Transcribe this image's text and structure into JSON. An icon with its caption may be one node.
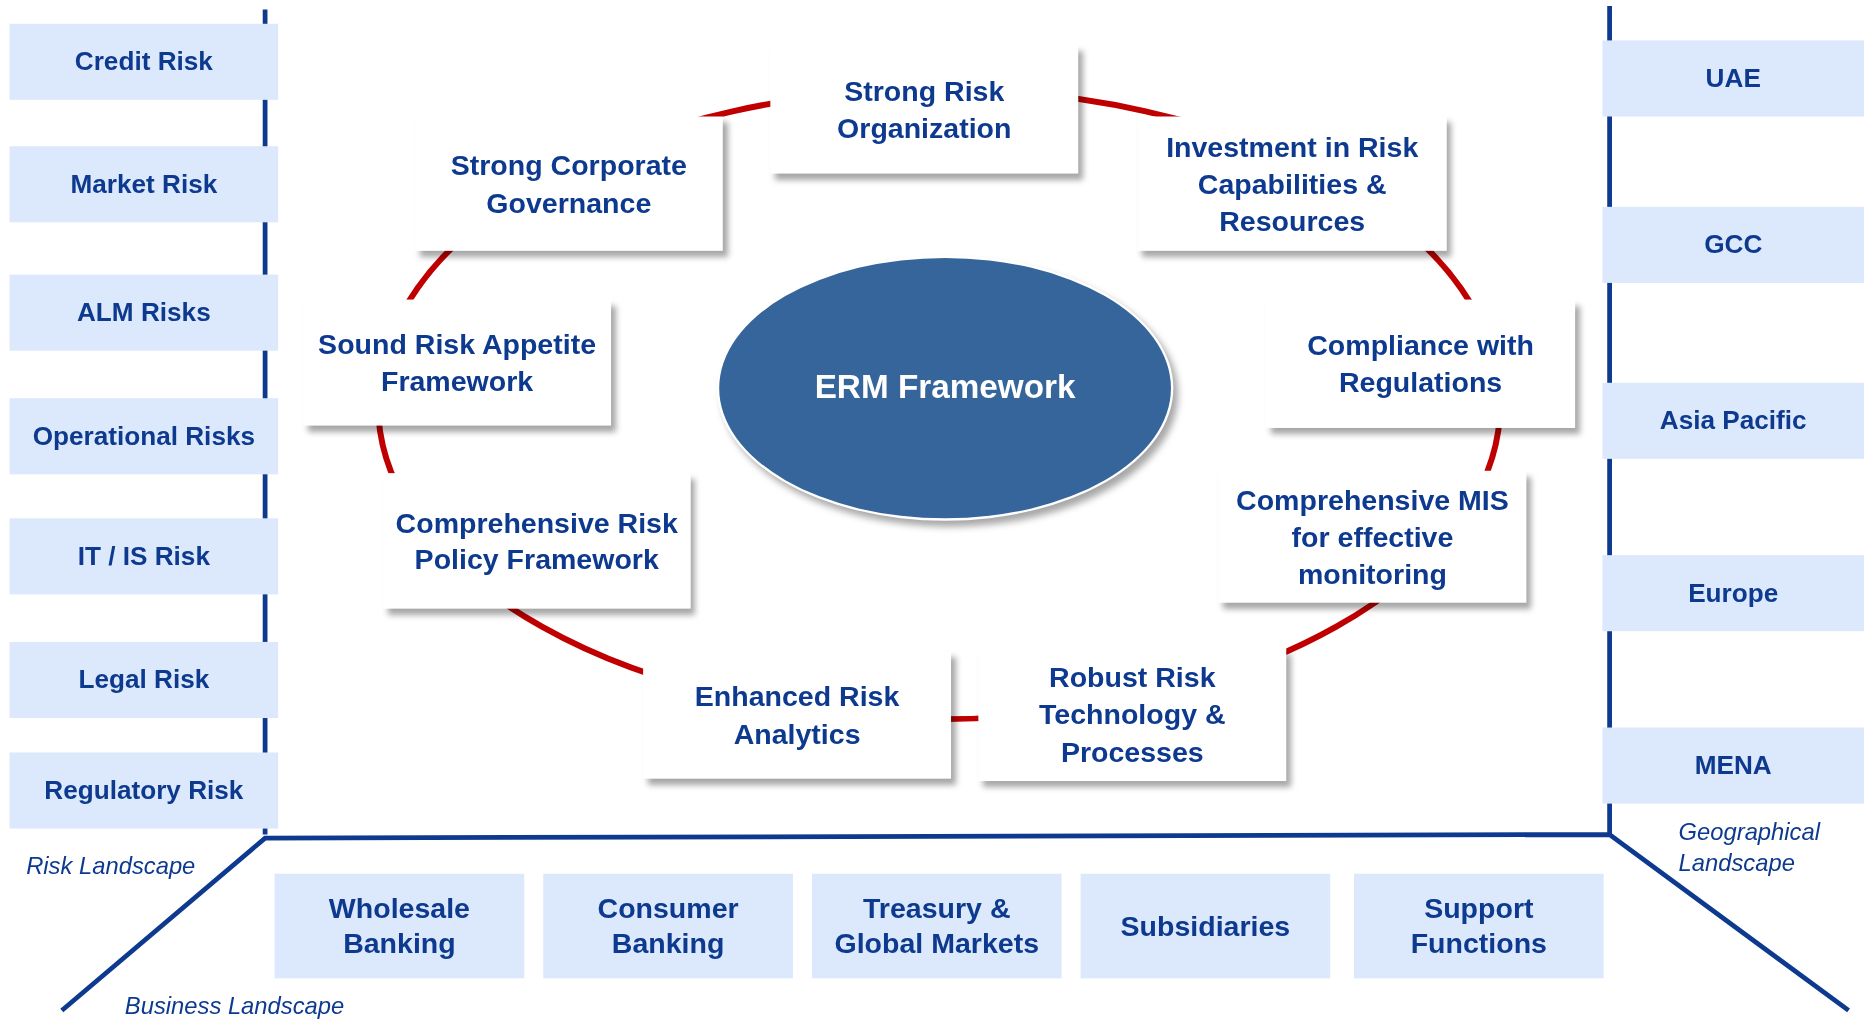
{
  "diagram": {
    "nodes": [
      {
        "text": [
          "Credit Risk"
        ]
      },
      {
        "text": [
          "Market Risk"
        ]
      },
      {
        "text": [
          "ALM Risks"
        ]
      },
      {
        "text": [
          "Operational Risks"
        ]
      },
      {
        "text": [
          "IT / IS Risk"
        ]
      },
      {
        "text": [
          "Legal Risk"
        ]
      },
      {
        "text": [
          "Regulatory Risk"
        ]
      },
      {
        "text": [
          "Strong Risk Organization"
        ]
      },
      {
        "text": [
          "Strong Corporate Governance"
        ]
      },
      {
        "text": [
          "Investment in Risk Capabilities & Resources"
        ]
      },
      {
        "text": [
          "Sound Risk Appetite Framework"
        ]
      },
      {
        "text": [
          "Compliance with Regulations"
        ]
      },
      {
        "text": [
          "ERM Framework"
        ]
      },
      {
        "text": [
          "Comprehensive Risk Policy Framework"
        ]
      },
      {
        "text": [
          "Comprehensive MIS for effective monitoring"
        ]
      },
      {
        "text": [
          "Enhanced Risk Analytics"
        ]
      },
      {
        "text": [
          "Robust Risk Technology & Processes"
        ]
      },
      {
        "text": [
          "UAE"
        ]
      },
      {
        "text": [
          "GCC"
        ]
      },
      {
        "text": [
          "Asia Pacific"
        ]
      },
      {
        "text": [
          "Europe"
        ]
      },
      {
        "text": [
          "MENA"
        ]
      },
      {
        "text": [
          "Wholesale Banking"
        ]
      },
      {
        "text": [
          "Consumer Banking"
        ]
      },
      {
        "text": [
          "Treasury & Global Markets"
        ]
      },
      {
        "text": [
          "Subsidiaries"
        ]
      },
      {
        "text": [
          "Support Functions"
        ]
      }
    ],
    "edges": [],
    "labels": [
      "Risk Landscape",
      "Geographical Landscape",
      "Business Landscape"
    ]
  }
}
